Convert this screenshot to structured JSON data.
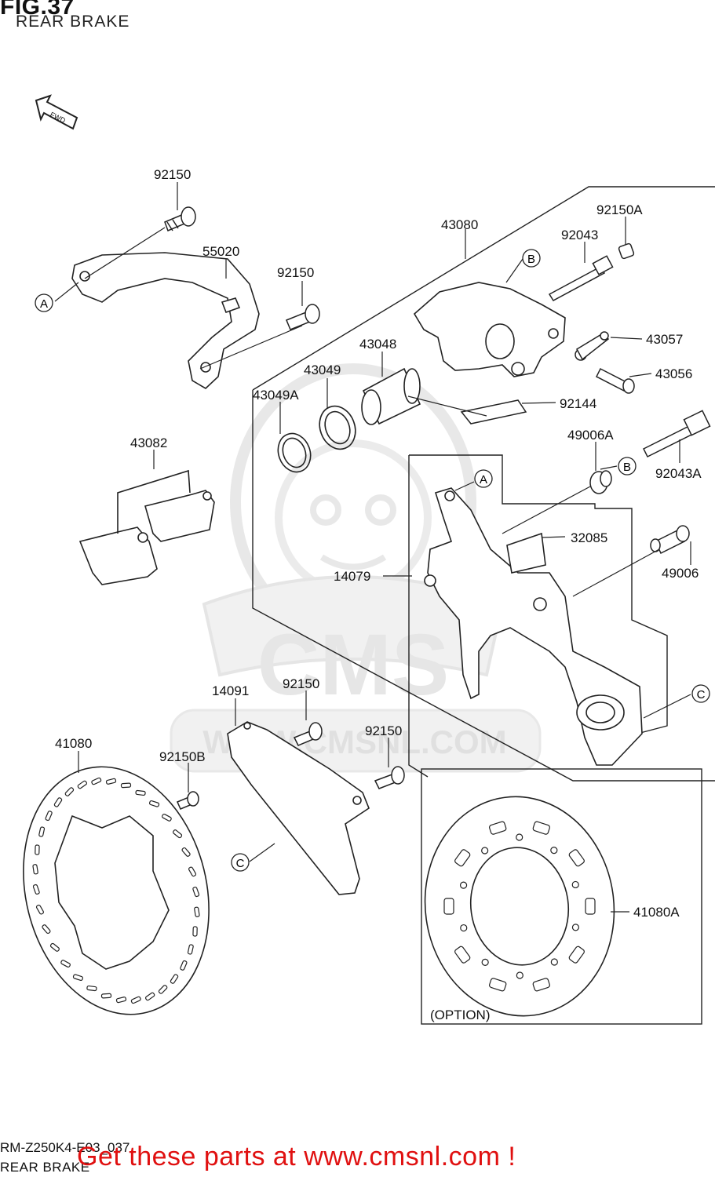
{
  "header": {
    "figure": "FIG.37",
    "title": "REAR BRAKE"
  },
  "orientation": {
    "arrow_label": "FWD"
  },
  "callouts": [
    "A",
    "B",
    "C"
  ],
  "parts": {
    "p92150_top": "92150",
    "p55020": "55020",
    "p92150_mid": "92150",
    "p43080": "43080",
    "p92150A": "92150A",
    "p92043": "92043",
    "p43057": "43057",
    "p43056": "43056",
    "p43048": "43048",
    "p43049": "43049",
    "p43049A": "43049A",
    "p92144": "92144",
    "p43082": "43082",
    "p49006A": "49006A",
    "p92043A": "92043A",
    "p32085": "32085",
    "p14079": "14079",
    "p49006": "49006",
    "p14091": "14091",
    "p92150_lower1": "92150",
    "p92150_lower2": "92150",
    "p41080": "41080",
    "p92150B": "92150B",
    "p41080A": "41080A"
  },
  "option_label": "(OPTION)",
  "watermark": {
    "brand": "CMS",
    "url": "WWW.CMSNL.COM"
  },
  "footer": {
    "code": "RM-Z250K4-E03_037",
    "title": "REAR BRAKE",
    "promo": "Get these parts at www.cmsnl.com !"
  },
  "colors": {
    "line": "#222222",
    "watermark": "#d9d9d9",
    "promo": "#e01010"
  }
}
